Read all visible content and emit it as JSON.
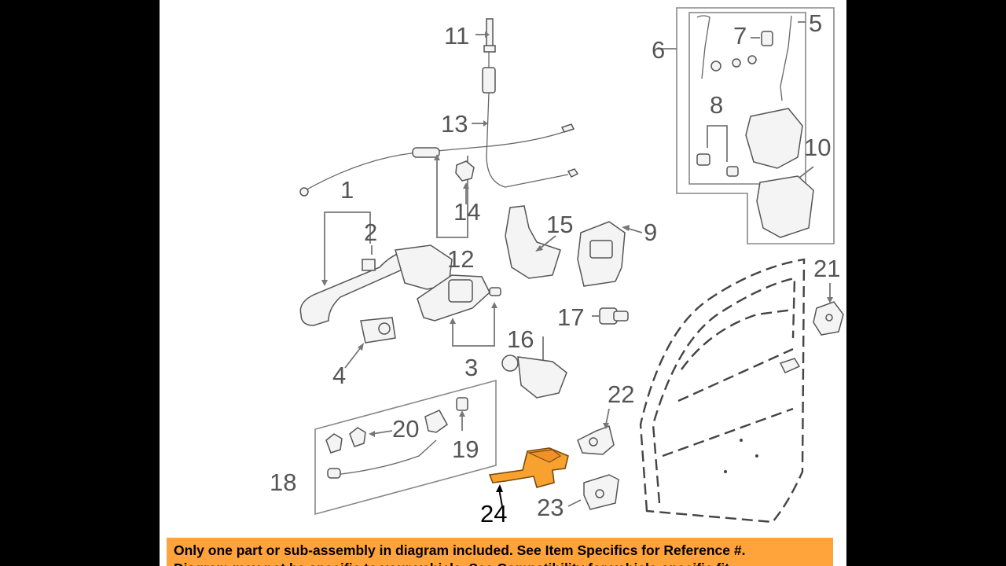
{
  "callouts": [
    {
      "id": "1",
      "label": "1"
    },
    {
      "id": "2",
      "label": "2"
    },
    {
      "id": "3",
      "label": "3"
    },
    {
      "id": "4",
      "label": "4"
    },
    {
      "id": "5",
      "label": "5"
    },
    {
      "id": "6",
      "label": "6"
    },
    {
      "id": "7",
      "label": "7"
    },
    {
      "id": "8",
      "label": "8"
    },
    {
      "id": "9",
      "label": "9"
    },
    {
      "id": "10",
      "label": "10"
    },
    {
      "id": "11",
      "label": "11"
    },
    {
      "id": "12",
      "label": "12"
    },
    {
      "id": "13",
      "label": "13"
    },
    {
      "id": "14",
      "label": "14"
    },
    {
      "id": "15",
      "label": "15"
    },
    {
      "id": "16",
      "label": "16"
    },
    {
      "id": "17",
      "label": "17"
    },
    {
      "id": "18",
      "label": "18"
    },
    {
      "id": "19",
      "label": "19"
    },
    {
      "id": "20",
      "label": "20"
    },
    {
      "id": "21",
      "label": "21"
    },
    {
      "id": "22",
      "label": "22"
    },
    {
      "id": "23",
      "label": "23"
    },
    {
      "id": "24",
      "label": "24"
    }
  ],
  "highlighted_part": "24",
  "colors": {
    "highlight": "#f7a12f",
    "banner": "#ffa33a",
    "letterbox": "#000000"
  },
  "banner": {
    "line1": "Only one part or sub-assembly in diagram included. See Item Specifics for Reference #.",
    "line2": "Diagram may not be specific to your vehicle. See Compatibility for vehicle-specific fit."
  }
}
